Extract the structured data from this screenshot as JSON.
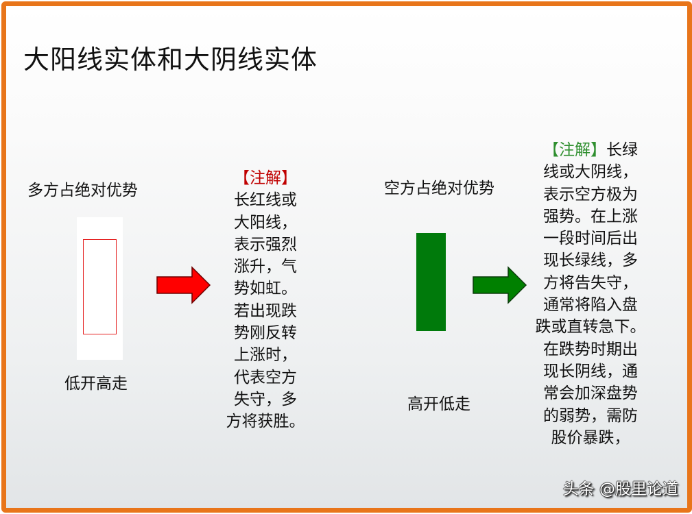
{
  "slide": {
    "title": "大阳线实体和大阴线实体",
    "border_color": "#e8751a"
  },
  "left_panel": {
    "heading": "多方占绝对优势",
    "caption": "低开高走",
    "candle": {
      "type": "yang",
      "color": "#e41e1e",
      "fill": "#ffffff"
    },
    "arrow_color": "#ff0000",
    "note": {
      "header": "【注解】",
      "header_color": "#c00000",
      "lines": [
        "长红线或",
        "大阳线，",
        "表示强烈",
        "涨升，气",
        "势如虹。",
        "若出现跌",
        "势刚反转",
        "上涨时，",
        "代表空方",
        "失守，多",
        "方将获胜。"
      ]
    }
  },
  "right_panel": {
    "heading": "空方占绝对优势",
    "caption": "高开低走",
    "candle": {
      "type": "yin",
      "color": "#007a0b"
    },
    "arrow_color": "#008000",
    "note": {
      "header": "【注解】",
      "header_color": "#2f8f2f",
      "first_line_rest": "长绿",
      "lines": [
        "线或大阴线，",
        "表示空方极为",
        "强势。在上涨",
        "一段时间后出",
        "现长绿线，多",
        "方将告失守，",
        "通常将陷入盘",
        "跌或直转急下。",
        "在跌势时期出",
        "现长阴线，通",
        "常会加深盘势",
        "的弱势，需防",
        "股价暴跌，"
      ]
    }
  },
  "watermark": "头条 @股里论道"
}
